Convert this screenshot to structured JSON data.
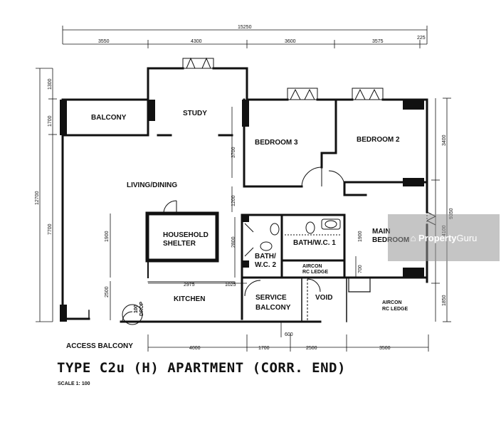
{
  "rooms": {
    "balcony": "BALCONY",
    "study": "STUDY",
    "bedroom3": "BEDROOM 3",
    "bedroom2": "BEDROOM 2",
    "living_dining": "LIVING/DINING",
    "household_shelter_1": "HOUSEHOLD",
    "household_shelter_2": "SHELTER",
    "bath_wc_1": "BATH/W.C. 1",
    "bath_wc_2_a": "BATH/",
    "bath_wc_2_b": "W.C. 2",
    "main_bedroom_1": "MAIN",
    "main_bedroom_2": "BEDROOM",
    "aircon_1a": "AIRCON",
    "aircon_1b": "RC LEDGE",
    "aircon_2a": "AIRCON",
    "aircon_2b": "RC LEDGE",
    "kitchen": "KITCHEN",
    "service_balcony_1": "SERVICE",
    "service_balcony_2": "BALCONY",
    "void": "VOID",
    "access_balcony": "ACCESS BALCONY",
    "refuse_chute_1": "100",
    "refuse_chute_2": "DROP"
  },
  "dimensions": {
    "overall_width": "15250",
    "top_right_offset": "225",
    "top": [
      "3550",
      "4300",
      "3600",
      "3575"
    ],
    "bottom": [
      "4000",
      "1700",
      "2500",
      "3500"
    ],
    "left_overall": "12700",
    "left": [
      "1300",
      "1700",
      "7700"
    ],
    "right_overall": "9350",
    "right": [
      "3400",
      "4100",
      "1850"
    ],
    "study_depth": "3700",
    "corridor": "1200",
    "shelter_w": "1900",
    "kitchen_depth": "2500",
    "kitchen_w": "2975",
    "service_w": "1025",
    "bath_depth": "2800",
    "bath1_depth": "1900",
    "ledge": "700",
    "service_ledge": "600"
  },
  "title": "TYPE C2u (H) APARTMENT (CORR. END)",
  "scale": "SCALE  1: 100",
  "watermark": {
    "brand": "PropertyGuru",
    "brand_bold": "Property",
    "brand_light": "Guru"
  }
}
